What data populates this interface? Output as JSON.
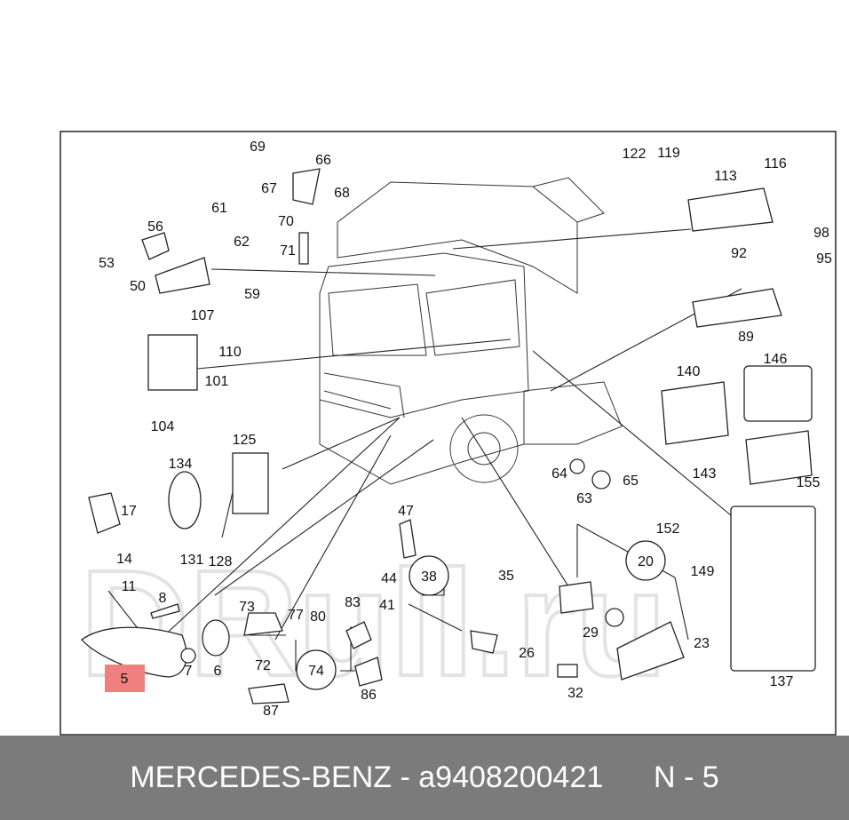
{
  "diagram": {
    "highlighted_part": "5",
    "highlight_color": "#f08080",
    "watermark": "DRull.ru",
    "callouts": [
      "69",
      "66",
      "67",
      "68",
      "70",
      "71",
      "61",
      "56",
      "62",
      "53",
      "50",
      "59",
      "107",
      "110",
      "101",
      "104",
      "125",
      "134",
      "17",
      "131",
      "128",
      "14",
      "11",
      "8",
      "73",
      "77",
      "80",
      "83",
      "47",
      "44",
      "41",
      "35",
      "72",
      "86",
      "87",
      "7",
      "6",
      "26",
      "29",
      "23",
      "32",
      "64",
      "63",
      "65",
      "152",
      "149",
      "137",
      "155",
      "143",
      "140",
      "146",
      "122",
      "119",
      "113",
      "116",
      "98",
      "95",
      "92",
      "89"
    ],
    "circled_callouts": [
      "38",
      "74",
      "20"
    ]
  },
  "footer": {
    "brand": "MERCEDES-BENZ",
    "separator": " - ",
    "part_number": "a9408200421",
    "position": "N - 5"
  }
}
